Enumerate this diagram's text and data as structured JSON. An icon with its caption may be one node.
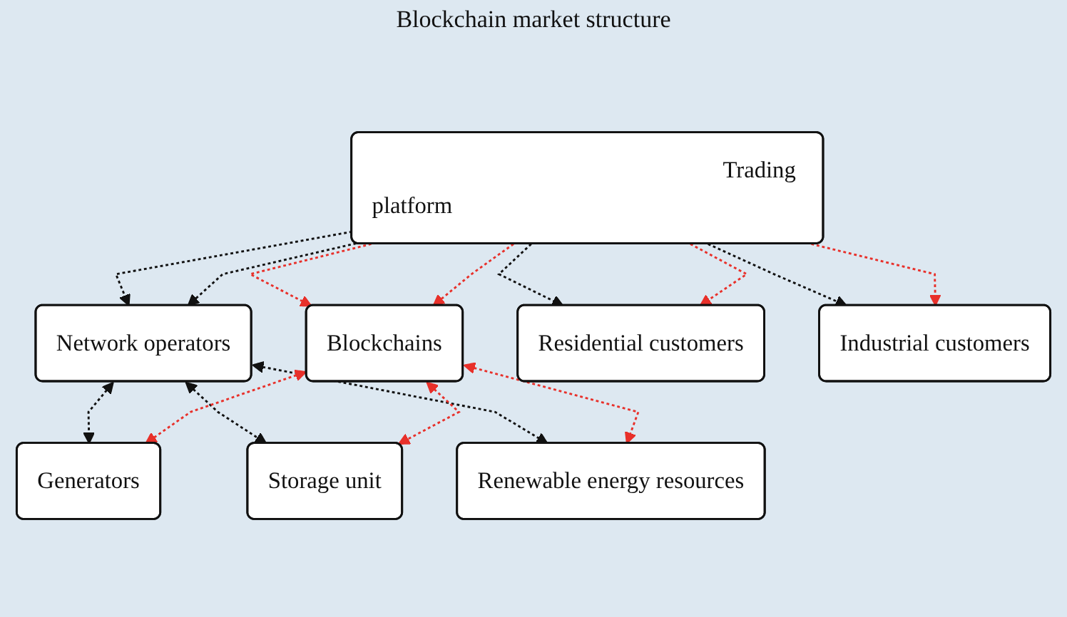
{
  "diagram": {
    "title": "Blockchain market structure",
    "nodes": [
      {
        "text": [
          "Generators"
        ]
      },
      {
        "text": [
          "Storage unit"
        ]
      },
      {
        "text": [
          "Renewable energy resources"
        ]
      },
      {
        "text": [
          "Network operators"
        ]
      },
      {
        "text": [
          "Blockchains"
        ]
      },
      {
        "text": [
          "Trading platform"
        ]
      },
      {
        "text": [
          "Residential customers"
        ]
      },
      {
        "text": [
          "Industrial customers"
        ]
      }
    ],
    "edges": [
      {
        "from": 3,
        "to": 0,
        "arrow": "both",
        "style": "dashed"
      },
      {
        "from": 3,
        "to": 1,
        "arrow": "both",
        "style": "dashed"
      },
      {
        "from": 3,
        "to": 2,
        "arrow": "both",
        "style": "dashed"
      },
      {
        "from": 4,
        "to": 0,
        "arrow": "both",
        "style": "dashed",
        "color": "#e8302a"
      },
      {
        "from": 4,
        "to": 1,
        "arrow": "both",
        "style": "dashed",
        "color": "#e8302a"
      },
      {
        "from": 4,
        "to": 2,
        "arrow": "both",
        "style": "dashed",
        "color": "#e8302a"
      },
      {
        "from": 5,
        "to": 3,
        "arrow": "to",
        "style": "dashed"
      },
      {
        "from": 5,
        "to": 3,
        "arrow": "to",
        "style": "dashed"
      },
      {
        "from": 5,
        "to": 4,
        "arrow": "to",
        "style": "dashed",
        "color": "#e8302a"
      },
      {
        "from": 5,
        "to": 4,
        "arrow": "to",
        "style": "dashed",
        "color": "#e8302a"
      },
      {
        "from": 5,
        "to": 6,
        "arrow": "to",
        "style": "dashed"
      },
      {
        "from": 5,
        "to": 6,
        "arrow": "to",
        "style": "dashed",
        "color": "#e8302a"
      },
      {
        "from": 5,
        "to": 7,
        "arrow": "to",
        "style": "dashed"
      },
      {
        "from": 5,
        "to": 7,
        "arrow": "to",
        "style": "dashed",
        "color": "#e8302a"
      }
    ]
  }
}
